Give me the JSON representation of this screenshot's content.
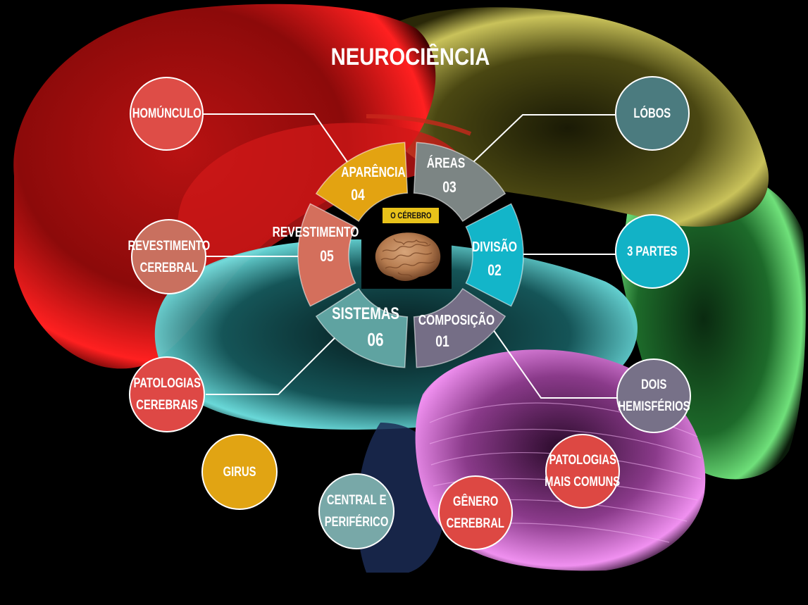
{
  "title": "NEUROCIÊNCIA",
  "center": {
    "label": "O CÉREBRO",
    "image": "brain-photo"
  },
  "colors": {
    "background": "#000000",
    "red_lobe": "#e01515",
    "yellow_lobe": "#b8b040",
    "green_lobe": "#3fae4a",
    "cyan_lobe": "#3fb5b5",
    "magenta_lobe": "#c24fc2",
    "segment_composicao": "#756e86",
    "segment_divisao": "#13b5c9",
    "segment_areas": "#7c8584",
    "segment_aparencia": "#e3a311",
    "segment_revestimento": "#d46f5c",
    "segment_sistemas": "#5fa3a1",
    "center_label_bg": "#e8c21a"
  },
  "segments": [
    {
      "id": "composicao",
      "label": "COMPOSIÇÃO",
      "number": "01",
      "color": "#756e86"
    },
    {
      "id": "divisao",
      "label": "DIVISÃO",
      "number": "02",
      "color": "#13b5c9"
    },
    {
      "id": "areas",
      "label": "ÁREAS",
      "number": "03",
      "color": "#7c8584"
    },
    {
      "id": "aparencia",
      "label": "APARÊNCIA",
      "number": "04",
      "color": "#e3a311"
    },
    {
      "id": "revestimento",
      "label": "REVESTIMENTO",
      "number": "05",
      "color": "#d46f5c"
    },
    {
      "id": "sistemas",
      "label": "SISTEMAS",
      "number": "06",
      "color": "#5fa3a1"
    }
  ],
  "nodes": [
    {
      "id": "homunculo",
      "lines": [
        "HOMÚNCULO"
      ],
      "color": "#de4d47",
      "connects_to": "aparencia"
    },
    {
      "id": "revestimento-cerebral",
      "lines": [
        "REVESTIMENTO",
        "CEREBRAL"
      ],
      "color": "#c9705f",
      "connects_to": "revestimento"
    },
    {
      "id": "patologias-cerebrais",
      "lines": [
        "PATOLOGIAS",
        "CEREBRAIS"
      ],
      "color": "#de4845",
      "connects_to": "sistemas"
    },
    {
      "id": "girus",
      "lines": [
        "GIRUS"
      ],
      "color": "#e1a413",
      "connects_to": null
    },
    {
      "id": "central-periferico",
      "lines": [
        "CENTRAL E",
        "PERIFÉRICO"
      ],
      "color": "#78a8a8",
      "connects_to": null
    },
    {
      "id": "genero-cerebral",
      "lines": [
        "GÊNERO",
        "CEREBRAL"
      ],
      "color": "#dd4843",
      "connects_to": null
    },
    {
      "id": "patologias-comuns",
      "lines": [
        "PATOLOGIAS",
        "MAIS COMUNS"
      ],
      "color": "#dd4843",
      "connects_to": null
    },
    {
      "id": "lobos",
      "lines": [
        "LÓBOS"
      ],
      "color": "#4b7b7f",
      "connects_to": "areas"
    },
    {
      "id": "tres-partes",
      "lines": [
        "3 PARTES"
      ],
      "color": "#12b2c6",
      "connects_to": "divisao"
    },
    {
      "id": "dois-hemisferios",
      "lines": [
        "DOIS",
        "HEMISFÉRIOS"
      ],
      "color": "#777188",
      "connects_to": "composicao"
    }
  ]
}
